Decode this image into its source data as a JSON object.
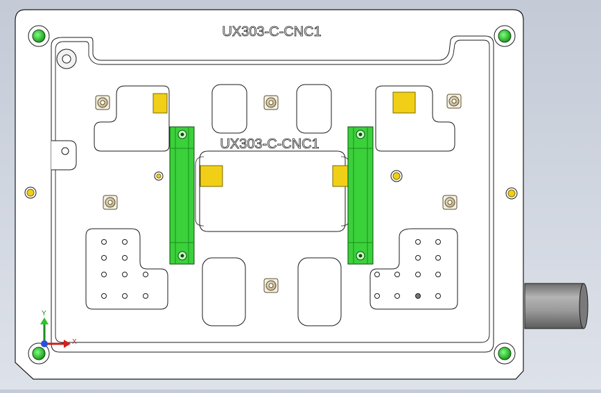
{
  "part": {
    "top_engraving": "UX303-C-CNC1",
    "center_engraving": "UX303-C-CNC1"
  },
  "triad": {
    "y_label": "Y",
    "x_label": "X"
  },
  "colors": {
    "plate": "#ffffff",
    "outline": "#1a1a1a",
    "clamp_green": "#3ad13a",
    "locator_yellow": "#f2cf17",
    "fastener_tan": "#d8c9a0",
    "cylinder": "#8f8f8f"
  }
}
